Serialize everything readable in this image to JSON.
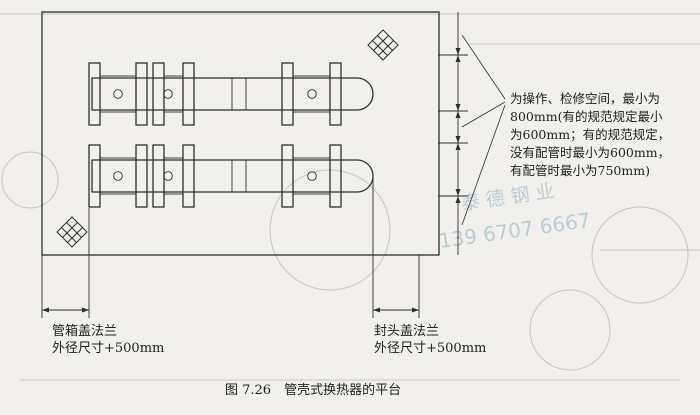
{
  "caption": "图 7.26　管壳式换热器的平台",
  "note_lines": [
    "为操作、检修空间，最小为",
    "800mm(有的规范规定最小",
    "为600mm；有的规范规定，",
    "没有配管时最小为600mm，",
    "有配管时最小为750mm)"
  ],
  "label_left_line1": "管箱盖法兰",
  "label_left_line2": "外径尺寸+500mm",
  "label_right_line1": "封头盖法兰",
  "label_right_line2": "外径尺寸+500mm",
  "watermark_name": "泰 德 钢 业",
  "watermark_phone": "139 6707 6667",
  "colors": {
    "ink": "#2e2e2e",
    "paper": "#f1f0ec",
    "watermark": "#b9cdd6"
  }
}
